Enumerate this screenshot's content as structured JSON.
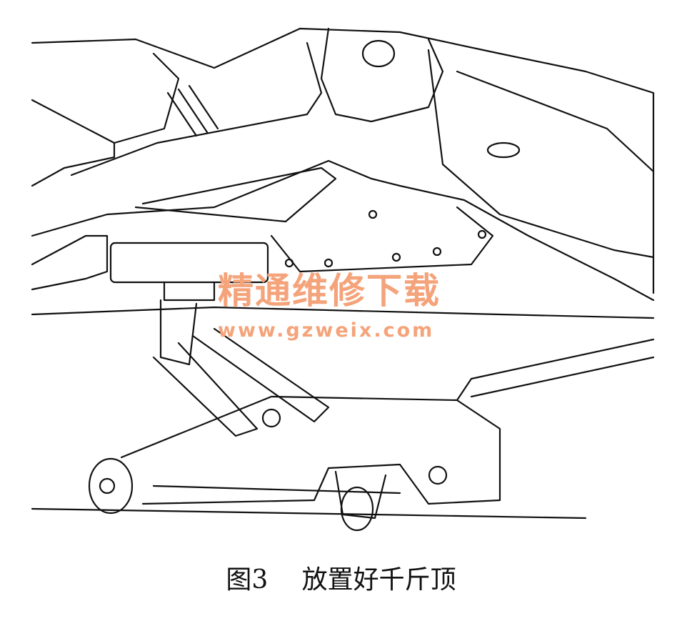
{
  "figure": {
    "number_label": "图3",
    "caption_text": "放置好千斤顶"
  },
  "watermark": {
    "title": "精通维修下载",
    "url": "www.gzweix.com",
    "color": "#f4a37a"
  }
}
